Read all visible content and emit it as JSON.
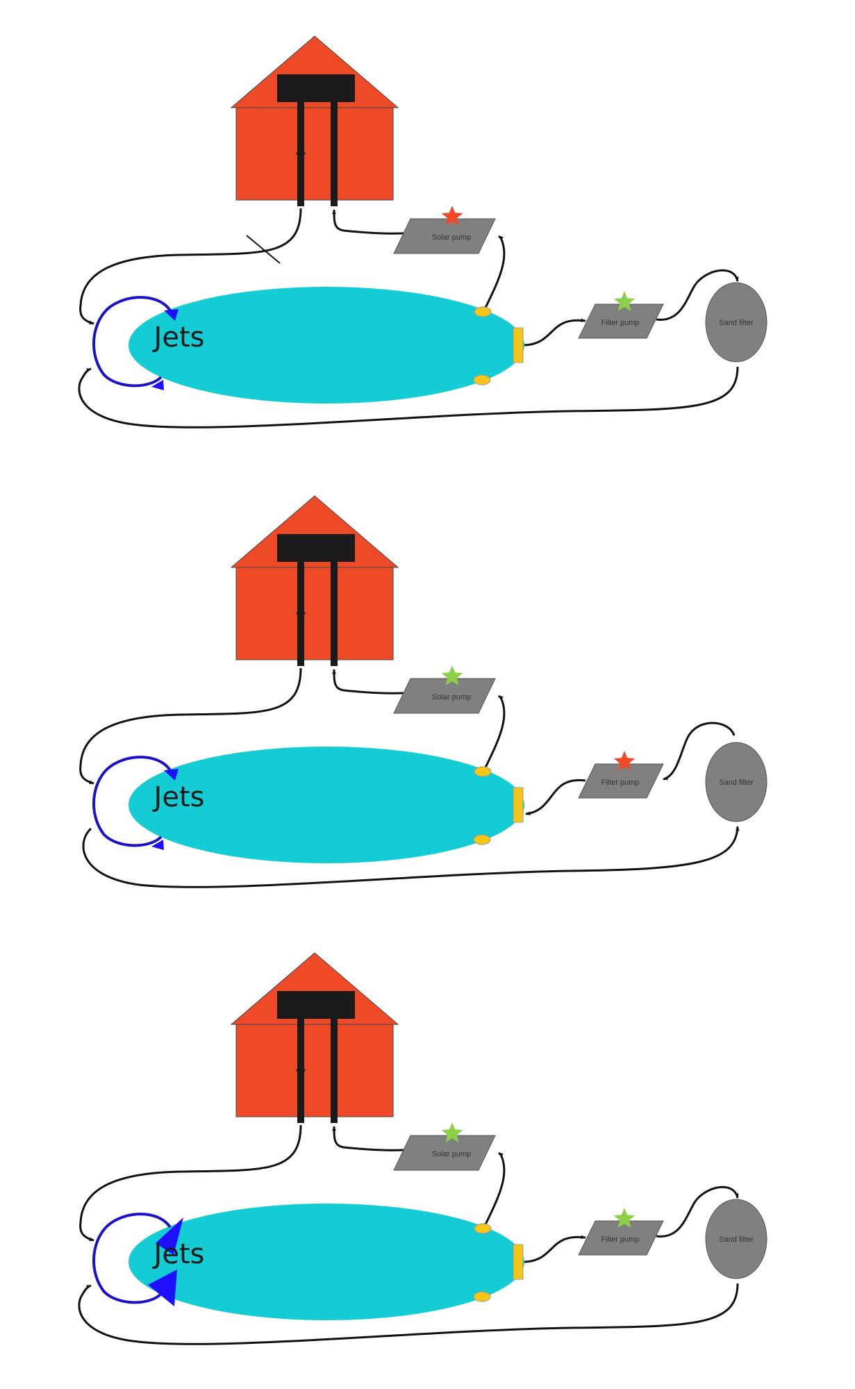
{
  "colors": {
    "house": "#ef4a27",
    "pipe": "#1a1a1a",
    "pool": "#13ccd4",
    "pump": "#808080",
    "filter": "#808080",
    "jets_loop": "#1a12c8",
    "jet_nozzle": "#1f0fff",
    "skimmer": "#f5c518",
    "star_off": "#ef4a27",
    "star_on": "#8cd04a",
    "line": "#111111"
  },
  "labels": {
    "jets": "Jets",
    "solar_pump": "Solar pump",
    "filter_pump": "Filter pump",
    "sand_filter": "Sand filter"
  },
  "diagrams": [
    {
      "id": "solar-off",
      "solar_pump_status": "off",
      "filter_pump_status": "on",
      "return_valve_closed": true,
      "filter_flow": "pump-to-filter",
      "jets_large": false
    },
    {
      "id": "filter-off",
      "solar_pump_status": "on",
      "filter_pump_status": "off",
      "return_valve_closed": false,
      "filter_flow": "filter-to-pump",
      "jets_large": false
    },
    {
      "id": "both-on",
      "solar_pump_status": "on",
      "filter_pump_status": "on",
      "return_valve_closed": false,
      "filter_flow": "pump-to-filter",
      "jets_large": true
    }
  ]
}
